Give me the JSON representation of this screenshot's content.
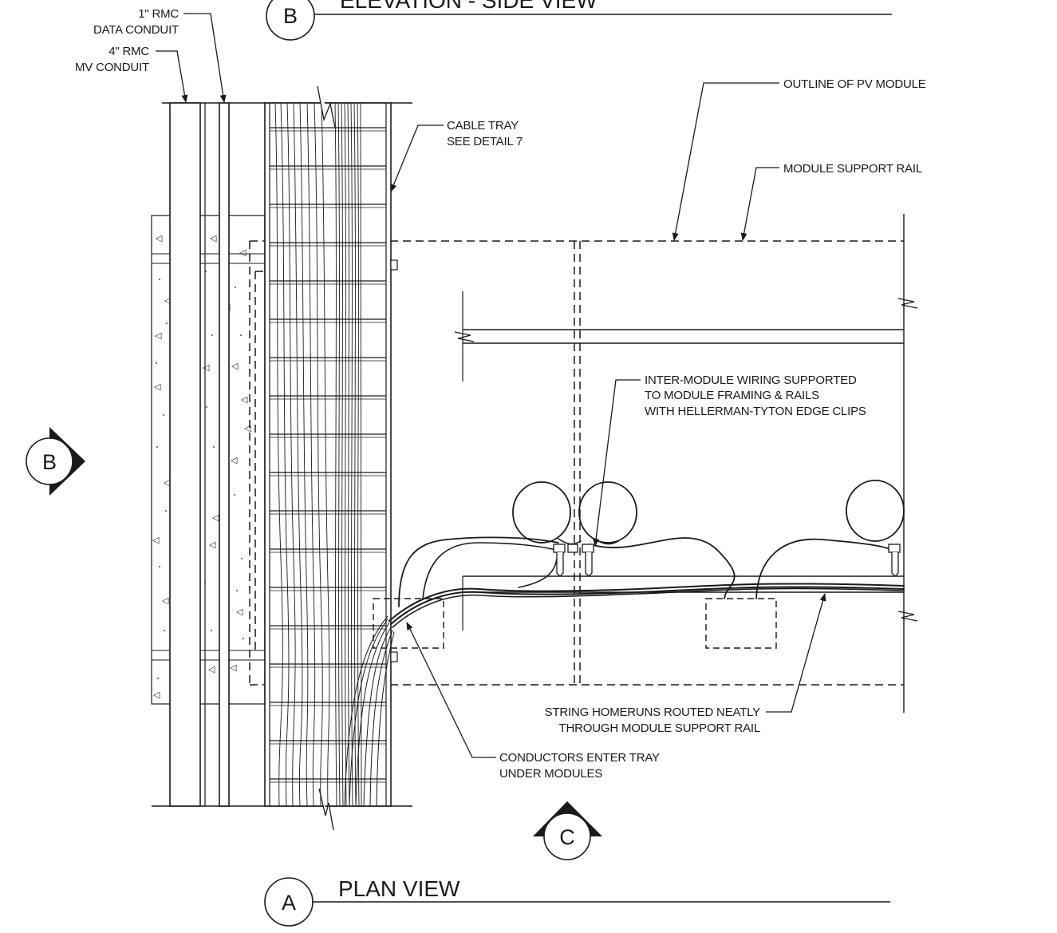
{
  "titles": {
    "top": "ELEVATION - SIDE VIEW",
    "top_marker": "B",
    "bottom": "PLAN VIEW",
    "bottom_marker": "A"
  },
  "section_markers": {
    "left": "B",
    "bottom": "C"
  },
  "labels": {
    "data_conduit": [
      "1\" RMC",
      "DATA CONDUIT"
    ],
    "mv_conduit": [
      "4\" RMC",
      "MV CONDUIT"
    ],
    "cable_tray": [
      "CABLE TRAY",
      "SEE DETAIL 7"
    ],
    "pv_outline": [
      "OUTLINE OF PV MODULE"
    ],
    "support_rail": [
      "MODULE SUPPORT RAIL"
    ],
    "inter_module": [
      "INTER-MODULE WIRING SUPPORTED",
      "TO MODULE FRAMING & RAILS",
      "WITH HELLERMAN-TYTON EDGE CLIPS"
    ],
    "homeruns": [
      "STRING HOMERUNS ROUTED NEATLY",
      "THROUGH MODULE SUPPORT RAIL"
    ],
    "conductors": [
      "CONDUCTORS ENTER TRAY",
      "UNDER MODULES"
    ]
  }
}
